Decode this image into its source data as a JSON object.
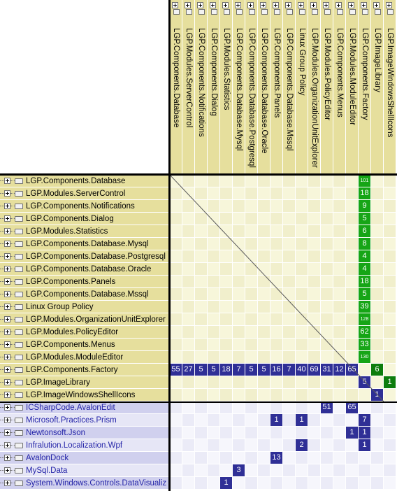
{
  "colors": {
    "yellow_header": "#e6df9d",
    "yellow_cell_a": "#f7f6da",
    "yellow_cell_b": "#f1efcc",
    "blue_header_a": "#d0d0ee",
    "blue_header_b": "#e6e6f6",
    "blue_cell_a": "#ebebf7",
    "blue_cell_b": "#f6f6fc",
    "green_cell": "#16a516",
    "green_dark": "#0d7d0d",
    "navy_cell": "#2f2f96",
    "blue_text": "#2424a8"
  },
  "columns": [
    "LGP.Components.Database",
    "LGP.Modules.ServerControl",
    "LGP.Components.Notifications",
    "LGP.Components.Dialog",
    "LGP.Modules.Statistics",
    "LGP.Components.Database.Mysql",
    "LGP.Components.Database.Postgresql",
    "LGP.Components.Database.Oracle",
    "LGP.Components.Panels",
    "LGP.Components.Database.Mssql",
    "Linux Group Policy",
    "LGP.Modules.OrganizationUnitExplorer",
    "LGP.Modules.PolicyEditor",
    "LGP.Components.Menus",
    "LGP.Modules.ModuleEditor",
    "LGP.Components.Factory",
    "LGP.ImageLibrary",
    "LGP.ImageWindowsShellIcons"
  ],
  "rows": [
    {
      "label": "LGP.Components.Database",
      "group": "internal"
    },
    {
      "label": "LGP.Modules.ServerControl",
      "group": "internal"
    },
    {
      "label": "LGP.Components.Notifications",
      "group": "internal"
    },
    {
      "label": "LGP.Components.Dialog",
      "group": "internal"
    },
    {
      "label": "LGP.Modules.Statistics",
      "group": "internal"
    },
    {
      "label": "LGP.Components.Database.Mysql",
      "group": "internal"
    },
    {
      "label": "LGP.Components.Database.Postgresql",
      "group": "internal"
    },
    {
      "label": "LGP.Components.Database.Oracle",
      "group": "internal"
    },
    {
      "label": "LGP.Components.Panels",
      "group": "internal"
    },
    {
      "label": "LGP.Components.Database.Mssql",
      "group": "internal"
    },
    {
      "label": "Linux Group Policy",
      "group": "internal"
    },
    {
      "label": "LGP.Modules.OrganizationUnitExplorer",
      "group": "internal"
    },
    {
      "label": "LGP.Modules.PolicyEditor",
      "group": "internal"
    },
    {
      "label": "LGP.Components.Menus",
      "group": "internal"
    },
    {
      "label": "LGP.Modules.ModuleEditor",
      "group": "internal"
    },
    {
      "label": "LGP.Components.Factory",
      "group": "internal"
    },
    {
      "label": "LGP.ImageLibrary",
      "group": "internal"
    },
    {
      "label": "LGP.ImageWindowsShellIcons",
      "group": "internal"
    },
    {
      "label": "ICSharpCode.AvalonEdit",
      "group": "external"
    },
    {
      "label": "Microsoft.Practices.Prism",
      "group": "external"
    },
    {
      "label": "Newtonsoft.Json",
      "group": "external"
    },
    {
      "label": "Infralution.Localization.Wpf",
      "group": "external"
    },
    {
      "label": "AvalonDock",
      "group": "external"
    },
    {
      "label": "MySql.Data",
      "group": "external"
    },
    {
      "label": "System.Windows.Controls.DataVisualiz",
      "group": "external"
    }
  ],
  "cells": [
    {
      "r": 0,
      "c": 15,
      "v": "101",
      "style": "green",
      "small": true
    },
    {
      "r": 1,
      "c": 15,
      "v": "18",
      "style": "green"
    },
    {
      "r": 2,
      "c": 15,
      "v": "9",
      "style": "green"
    },
    {
      "r": 3,
      "c": 15,
      "v": "5",
      "style": "green"
    },
    {
      "r": 4,
      "c": 15,
      "v": "6",
      "style": "green"
    },
    {
      "r": 5,
      "c": 15,
      "v": "8",
      "style": "green"
    },
    {
      "r": 6,
      "c": 15,
      "v": "4",
      "style": "green"
    },
    {
      "r": 7,
      "c": 15,
      "v": "4",
      "style": "green"
    },
    {
      "r": 8,
      "c": 15,
      "v": "18",
      "style": "green"
    },
    {
      "r": 9,
      "c": 15,
      "v": "5",
      "style": "green"
    },
    {
      "r": 10,
      "c": 15,
      "v": "39",
      "style": "green"
    },
    {
      "r": 11,
      "c": 15,
      "v": "128",
      "style": "green",
      "small": true
    },
    {
      "r": 12,
      "c": 15,
      "v": "62",
      "style": "green"
    },
    {
      "r": 13,
      "c": 15,
      "v": "33",
      "style": "green"
    },
    {
      "r": 14,
      "c": 15,
      "v": "130",
      "style": "green",
      "small": true
    },
    {
      "r": 15,
      "c": 0,
      "v": "55",
      "style": "navy"
    },
    {
      "r": 15,
      "c": 1,
      "v": "27",
      "style": "navy"
    },
    {
      "r": 15,
      "c": 2,
      "v": "5",
      "style": "navy"
    },
    {
      "r": 15,
      "c": 3,
      "v": "5",
      "style": "navy"
    },
    {
      "r": 15,
      "c": 4,
      "v": "18",
      "style": "navy"
    },
    {
      "r": 15,
      "c": 5,
      "v": "7",
      "style": "navy"
    },
    {
      "r": 15,
      "c": 6,
      "v": "5",
      "style": "navy"
    },
    {
      "r": 15,
      "c": 7,
      "v": "5",
      "style": "navy"
    },
    {
      "r": 15,
      "c": 8,
      "v": "16",
      "style": "navy"
    },
    {
      "r": 15,
      "c": 9,
      "v": "7",
      "style": "navy"
    },
    {
      "r": 15,
      "c": 10,
      "v": "40",
      "style": "navy"
    },
    {
      "r": 15,
      "c": 11,
      "v": "69",
      "style": "navy"
    },
    {
      "r": 15,
      "c": 12,
      "v": "31",
      "style": "navy"
    },
    {
      "r": 15,
      "c": 13,
      "v": "12",
      "style": "navy"
    },
    {
      "r": 15,
      "c": 14,
      "v": "65",
      "style": "navy"
    },
    {
      "r": 15,
      "c": 16,
      "v": "6",
      "style": "greendark"
    },
    {
      "r": 16,
      "c": 15,
      "v": "5",
      "style": "navy"
    },
    {
      "r": 16,
      "c": 17,
      "v": "1",
      "style": "greendark"
    },
    {
      "r": 17,
      "c": 16,
      "v": "1",
      "style": "navy"
    },
    {
      "r": 18,
      "c": 12,
      "v": "51",
      "style": "navy"
    },
    {
      "r": 18,
      "c": 14,
      "v": "65",
      "style": "navy"
    },
    {
      "r": 19,
      "c": 8,
      "v": "1",
      "style": "navy"
    },
    {
      "r": 19,
      "c": 10,
      "v": "1",
      "style": "navy"
    },
    {
      "r": 19,
      "c": 15,
      "v": "7",
      "style": "navy"
    },
    {
      "r": 20,
      "c": 14,
      "v": "1",
      "style": "navy"
    },
    {
      "r": 20,
      "c": 15,
      "v": "1",
      "style": "navy"
    },
    {
      "r": 21,
      "c": 10,
      "v": "2",
      "style": "navy"
    },
    {
      "r": 21,
      "c": 15,
      "v": "1",
      "style": "navy"
    },
    {
      "r": 22,
      "c": 8,
      "v": "13",
      "style": "navy"
    },
    {
      "r": 23,
      "c": 5,
      "v": "3",
      "style": "navy"
    },
    {
      "r": 24,
      "c": 4,
      "v": "1",
      "style": "navy"
    }
  ]
}
